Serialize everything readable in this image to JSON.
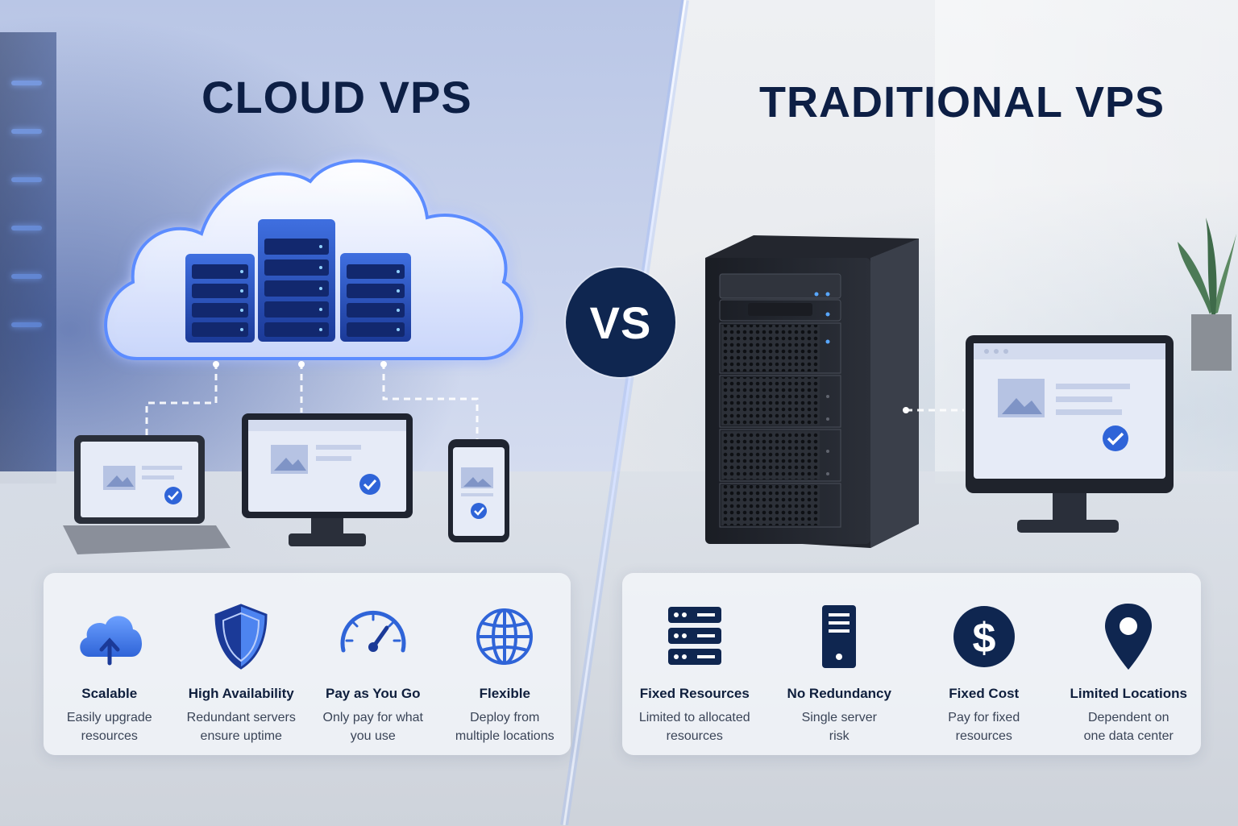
{
  "left": {
    "title": "CLOUD VPS",
    "features": [
      {
        "icon": "cloud-upload-icon",
        "name": "Scalable",
        "desc": "Easily upgrade\nresources"
      },
      {
        "icon": "shield-icon",
        "name": "High Availability",
        "desc": "Redundant servers\nensure uptime"
      },
      {
        "icon": "speedometer-icon",
        "name": "Pay as You Go",
        "desc": "Only pay for what\nyou use"
      },
      {
        "icon": "globe-icon",
        "name": "Flexible",
        "desc": "Deploy from\nmultiple locations"
      }
    ]
  },
  "vs_label": "VS",
  "right": {
    "title": "TRADITIONAL VPS",
    "features": [
      {
        "icon": "server-stack-icon",
        "name": "Fixed Resources",
        "desc": "Limited to allocated\nresources"
      },
      {
        "icon": "server-tower-icon",
        "name": "No Redundancy",
        "desc": "Single server\nrisk"
      },
      {
        "icon": "dollar-coin-icon",
        "name": "Fixed Cost",
        "desc": "Pay for fixed\nresources"
      },
      {
        "icon": "location-pin-icon",
        "name": "Limited Locations",
        "desc": "Dependent on\none data center"
      }
    ]
  },
  "colors": {
    "navy": "#0f2650",
    "accent_blue": "#2f64d8",
    "glow": "#6c9cff"
  }
}
